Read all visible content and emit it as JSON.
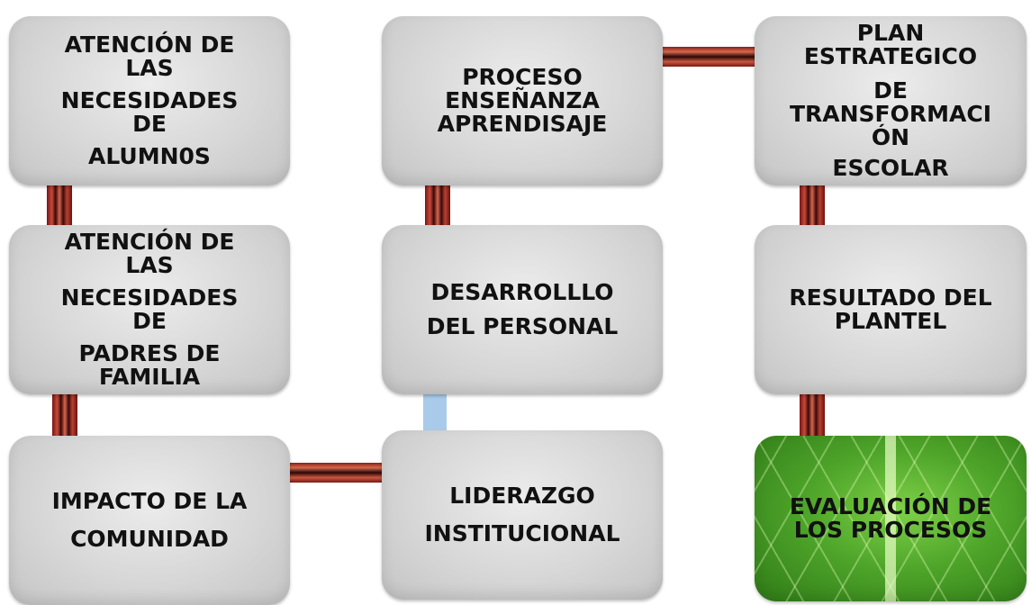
{
  "boxes": {
    "alumnos": {
      "lines": [
        "ATENCIÓN DE\nLAS",
        "NECESIDADES\nDE",
        "ALUMN0S"
      ]
    },
    "padres": {
      "lines": [
        "ATENCIÓN DE\nLAS",
        "NECESIDADES\nDE",
        "PADRES DE\nFAMILIA"
      ]
    },
    "comunidad": {
      "lines": [
        "IMPACTO DE LA",
        "COMUNIDAD"
      ]
    },
    "ensenanza": {
      "lines": [
        "PROCESO\nENSEÑANZA\nAPRENDISAJE"
      ]
    },
    "personal": {
      "lines": [
        "DESARROLLLO",
        "DEL PERSONAL"
      ]
    },
    "liderazgo": {
      "lines": [
        "LIDERAZGO",
        "INSTITUCIONAL"
      ]
    },
    "plan": {
      "lines": [
        "PLAN\nESTRATEGICO",
        "DE\nTRANSFORMACI\nÓN",
        "ESCOLAR"
      ]
    },
    "resultado": {
      "lines": [
        "RESULTADO DEL\nPLANTEL"
      ]
    },
    "evaluacion": {
      "lines": [
        "EVALUACIÓN  DE\nLOS PROCESOS"
      ]
    }
  },
  "colors": {
    "box_fill": "#d7d7d7",
    "connector": "#b03a2e",
    "connector_blue": "#a9cbe9",
    "leaf_green": "#4fa62a"
  }
}
